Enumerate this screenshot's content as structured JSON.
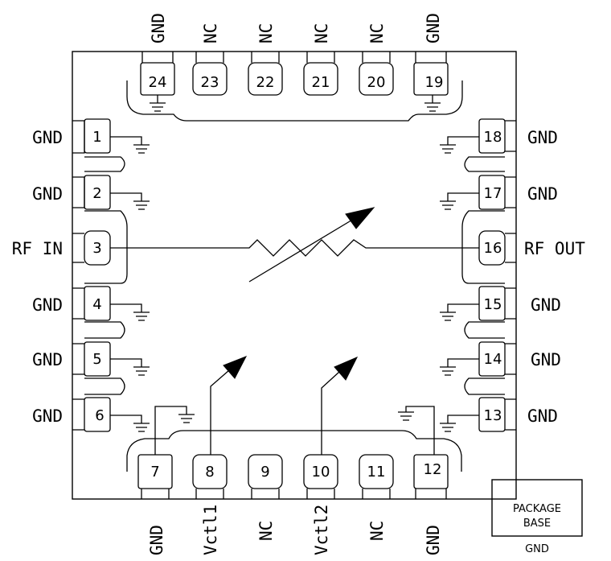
{
  "pins": {
    "p1": {
      "num": "1",
      "label": "GND"
    },
    "p2": {
      "num": "2",
      "label": "GND"
    },
    "p3": {
      "num": "3",
      "label": "RF IN"
    },
    "p4": {
      "num": "4",
      "label": "GND"
    },
    "p5": {
      "num": "5",
      "label": "GND"
    },
    "p6": {
      "num": "6",
      "label": "GND"
    },
    "p7": {
      "num": "7",
      "label": "GND"
    },
    "p8": {
      "num": "8",
      "label": "Vctl1"
    },
    "p9": {
      "num": "9",
      "label": "NC"
    },
    "p10": {
      "num": "10",
      "label": "Vctl2"
    },
    "p11": {
      "num": "11",
      "label": "NC"
    },
    "p12": {
      "num": "12",
      "label": "GND"
    },
    "p13": {
      "num": "13",
      "label": "GND"
    },
    "p14": {
      "num": "14",
      "label": "GND"
    },
    "p15": {
      "num": "15",
      "label": "GND"
    },
    "p16": {
      "num": "16",
      "label": "RF OUT"
    },
    "p17": {
      "num": "17",
      "label": "GND"
    },
    "p18": {
      "num": "18",
      "label": "GND"
    },
    "p19": {
      "num": "19",
      "label": "GND"
    },
    "p20": {
      "num": "20",
      "label": "NC"
    },
    "p21": {
      "num": "21",
      "label": "NC"
    },
    "p22": {
      "num": "22",
      "label": "NC"
    },
    "p23": {
      "num": "23",
      "label": "NC"
    },
    "p24": {
      "num": "24",
      "label": "GND"
    }
  },
  "package_base": {
    "line1": "PACKAGE",
    "line2": "BASE",
    "label": "GND"
  }
}
